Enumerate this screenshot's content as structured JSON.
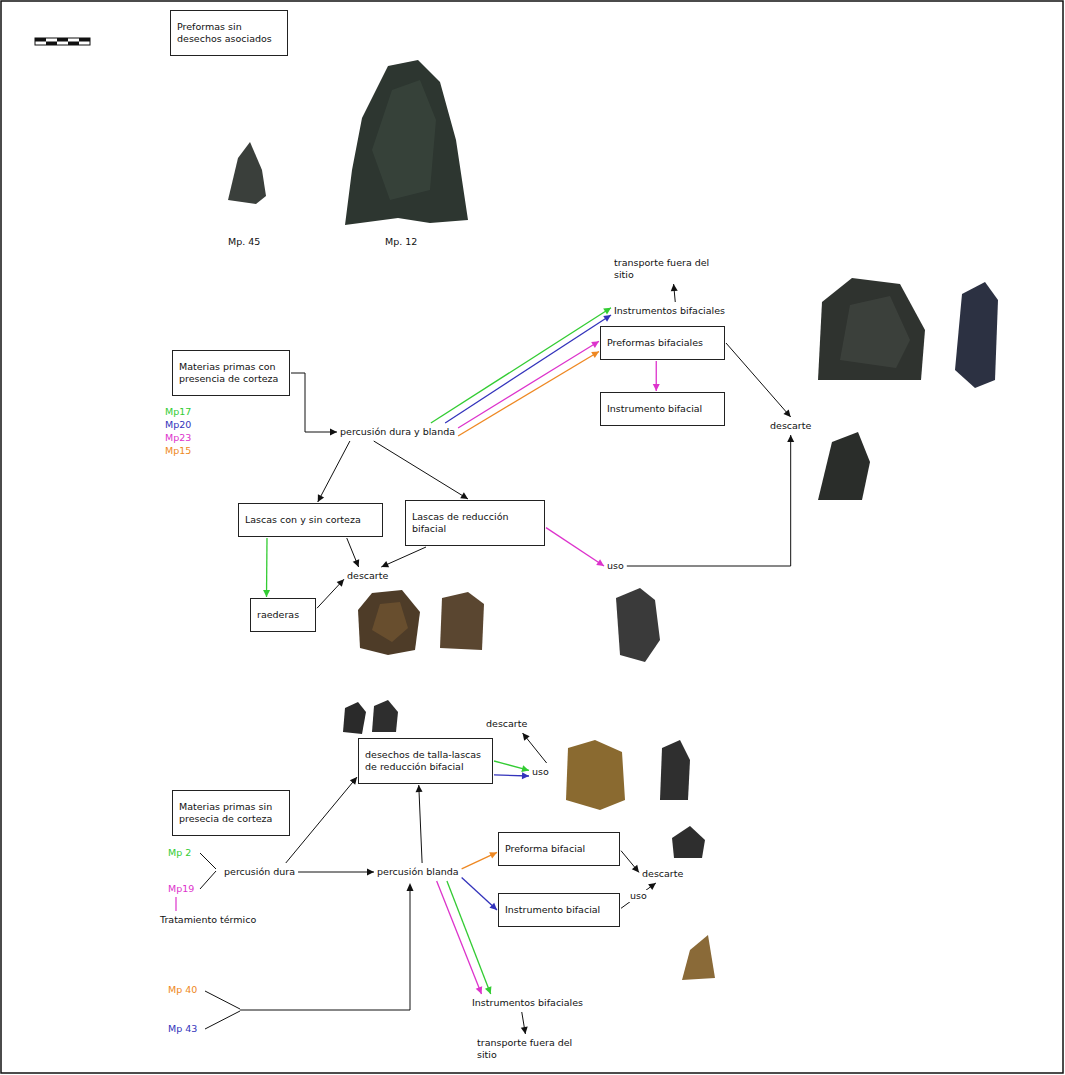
{
  "diagram": {
    "nodes": [
      {
        "text": [
          "Preformas sin desechos asociados"
        ]
      },
      {
        "text": [
          "Materias primas con presencia de corteza"
        ]
      },
      {
        "text": [
          "percusión dura y blanda"
        ]
      },
      {
        "text": [
          "transporte fuera del sitio"
        ]
      },
      {
        "text": [
          "Instrumentos bifaciales"
        ]
      },
      {
        "text": [
          "Preformas bifaciales"
        ]
      },
      {
        "text": [
          "Instrumento bifacial"
        ]
      },
      {
        "text": [
          "descarte"
        ]
      },
      {
        "text": [
          "Lascas con y sin corteza"
        ]
      },
      {
        "text": [
          "Lascas de reducción bifacial"
        ]
      },
      {
        "text": [
          "uso"
        ]
      },
      {
        "text": [
          "descarte"
        ]
      },
      {
        "text": [
          "raederas"
        ]
      },
      {
        "text": [
          "descarte"
        ]
      },
      {
        "text": [
          "desechos de talla-lascas de reducción bifacial"
        ]
      },
      {
        "text": [
          "uso"
        ]
      },
      {
        "text": [
          "Materias primas sin presecia de corteza"
        ]
      },
      {
        "text": [
          "percusión dura"
        ]
      },
      {
        "text": [
          "percusión blanda"
        ]
      },
      {
        "text": [
          "Preforma bifacial"
        ]
      },
      {
        "text": [
          "Instrumento bifacial"
        ]
      },
      {
        "text": [
          "descarte"
        ]
      },
      {
        "text": [
          "Instrumentos bifaciales"
        ]
      },
      {
        "text": [
          "transporte fuera del sitio"
        ]
      }
    ],
    "edges": [
      {
        "from": 1,
        "to": 2,
        "arrow": "to"
      },
      {
        "from": 2,
        "to": 4,
        "arrow": "to"
      },
      {
        "from": 2,
        "to": 4,
        "arrow": "to"
      },
      {
        "from": 4,
        "to": 3,
        "arrow": "to"
      },
      {
        "from": 2,
        "to": 5,
        "arrow": "to"
      },
      {
        "from": 2,
        "to": 5,
        "arrow": "to"
      },
      {
        "from": 5,
        "to": 6,
        "arrow": "to"
      },
      {
        "from": 5,
        "to": 7,
        "arrow": "to"
      },
      {
        "from": 2,
        "to": 8,
        "arrow": "to"
      },
      {
        "from": 2,
        "to": 9,
        "arrow": "to"
      },
      {
        "from": 8,
        "to": 12,
        "arrow": "to"
      },
      {
        "from": 8,
        "to": 11,
        "arrow": "to"
      },
      {
        "from": 9,
        "to": 11,
        "arrow": "to"
      },
      {
        "from": 12,
        "to": 11,
        "arrow": "to"
      },
      {
        "from": 9,
        "to": 10,
        "arrow": "to"
      },
      {
        "from": 10,
        "to": 7,
        "arrow": "to"
      },
      {
        "from": 17,
        "to": 14,
        "arrow": "to"
      },
      {
        "from": 17,
        "to": 18,
        "arrow": "to"
      },
      {
        "from": 18,
        "to": 14,
        "arrow": "to"
      },
      {
        "from": 14,
        "to": 15,
        "arrow": "to"
      },
      {
        "from": 14,
        "to": 15,
        "arrow": "to"
      },
      {
        "from": 15,
        "to": 13,
        "arrow": "to"
      },
      {
        "from": 18,
        "to": 19,
        "arrow": "to"
      },
      {
        "from": 18,
        "to": 20,
        "arrow": "to"
      },
      {
        "from": 18,
        "to": 22,
        "arrow": "to"
      },
      {
        "from": 18,
        "to": 22,
        "arrow": "to"
      },
      {
        "from": 19,
        "to": 21,
        "arrow": "to"
      },
      {
        "from": 20,
        "to": 21,
        "label": "uso",
        "arrow": "to"
      },
      {
        "from": 22,
        "to": 23,
        "arrow": "to"
      }
    ],
    "labels": [
      "Mp. 45",
      "Mp. 12",
      "Mp17",
      "Mp20",
      "Mp23",
      "Mp15",
      "Mp 2",
      "Mp19",
      "Tratamiento térmico",
      "Mp 40",
      "Mp 43"
    ]
  }
}
